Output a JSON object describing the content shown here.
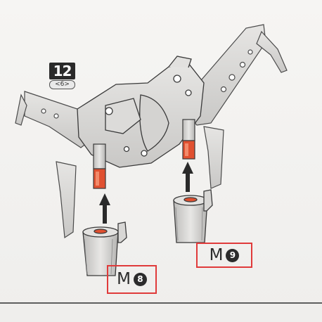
{
  "step": {
    "number": "12",
    "sub": "<6>"
  },
  "parts": [
    {
      "letter": "M",
      "number": "8"
    },
    {
      "letter": "M",
      "number": "9"
    }
  ],
  "colors": {
    "highlight_box": "#e03a3a",
    "part_tip": "#e05030",
    "line_art": "#3a3a3a",
    "part_fill": "#d9d9d7"
  }
}
